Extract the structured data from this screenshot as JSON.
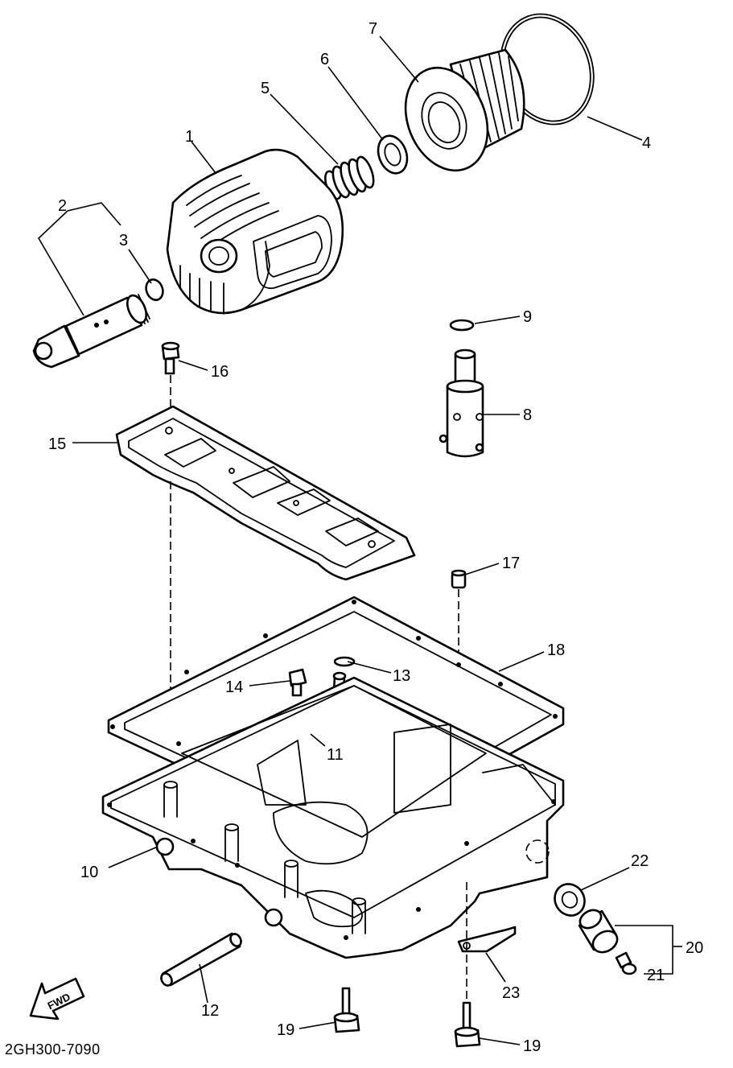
{
  "diagram": {
    "reference_code": "2GH300-7090",
    "direction_label": "FWD",
    "callouts": [
      "1",
      "2",
      "3",
      "4",
      "5",
      "6",
      "7",
      "8",
      "9",
      "10",
      "11",
      "12",
      "13",
      "14",
      "15",
      "16",
      "17",
      "18",
      "19",
      "19",
      "20",
      "21",
      "22",
      "23"
    ]
  }
}
